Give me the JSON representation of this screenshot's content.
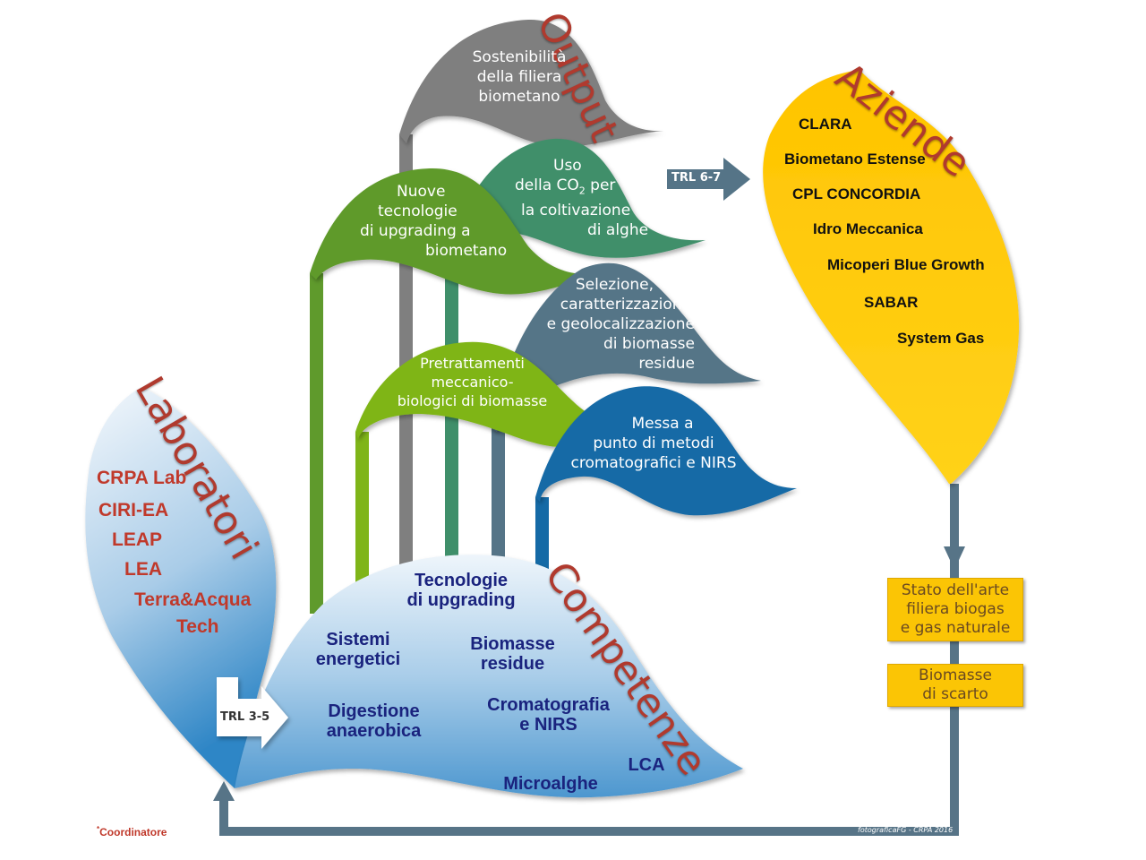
{
  "titles": {
    "output": "Output",
    "aziende": "Aziende",
    "laboratori": "Laboratori",
    "competenze": "Competenze"
  },
  "outputs": {
    "sostenibilita": [
      "Sostenibilità",
      "della filiera",
      "biometano"
    ],
    "uso_co2": {
      "line1": "Uso",
      "line2a": "della CO",
      "line2sub": "2",
      "line2b": " per",
      "line3": "la coltivazione",
      "line4": "di alghe"
    },
    "nuove_tecnologie": [
      "Nuove",
      "tecnologie",
      "di upgrading a",
      "biometano"
    ],
    "selezione": [
      "Selezione,",
      "caratterizzazione",
      "e geolocalizzazione",
      "di biomasse",
      "residue"
    ],
    "pretrattamenti": [
      "Pretrattamenti",
      "meccanico-",
      "biologici di biomasse"
    ],
    "messa_a_punto": [
      "Messa a",
      "punto di metodi",
      "cromatografici e NIRS"
    ]
  },
  "trl": {
    "upper": "TRL 6-7",
    "lower": "TRL 3-5"
  },
  "aziende": [
    "CLARA",
    "Biometano Estense",
    "CPL CONCORDIA",
    "Idro Meccanica",
    "Micoperi Blue Growth",
    "SABAR",
    "System Gas"
  ],
  "laboratori": {
    "crpa": "CRPA Lab",
    "crpa_mark": "*",
    "others": [
      "CIRI-EA",
      "LEAP",
      "LEA",
      "Terra&Acqua",
      "Tech"
    ]
  },
  "competenze": {
    "tecnologie": [
      "Tecnologie",
      "di upgrading"
    ],
    "sistemi": [
      "Sistemi",
      "energetici"
    ],
    "biomasse": [
      "Biomasse",
      "residue"
    ],
    "digestione": [
      "Digestione",
      "anaerobica"
    ],
    "cromatografia": [
      "Cromatografia",
      "e NIRS"
    ],
    "lca": "LCA",
    "microalghe": "Microalghe"
  },
  "boxes": {
    "stato_arte": [
      "Stato dell'arte",
      "filiera biogas",
      "e gas naturale"
    ],
    "biomasse_scarto": [
      "Biomasse",
      "di scarto"
    ]
  },
  "footnote": {
    "mark": "*",
    "text": "Coordinatore"
  },
  "credit": "fotograficaFG - CRPA 2016",
  "colors": {
    "gray": "#7f7f7f",
    "teal_green": "#3f8f6a",
    "dark_green": "#5f9a2c",
    "slate_blue": "#557487",
    "lime_green": "#7fb519",
    "ocean_blue": "#156aa6",
    "yellow": "#ffcc00",
    "title_red": "#b03a2e",
    "navy": "#1a237e"
  }
}
